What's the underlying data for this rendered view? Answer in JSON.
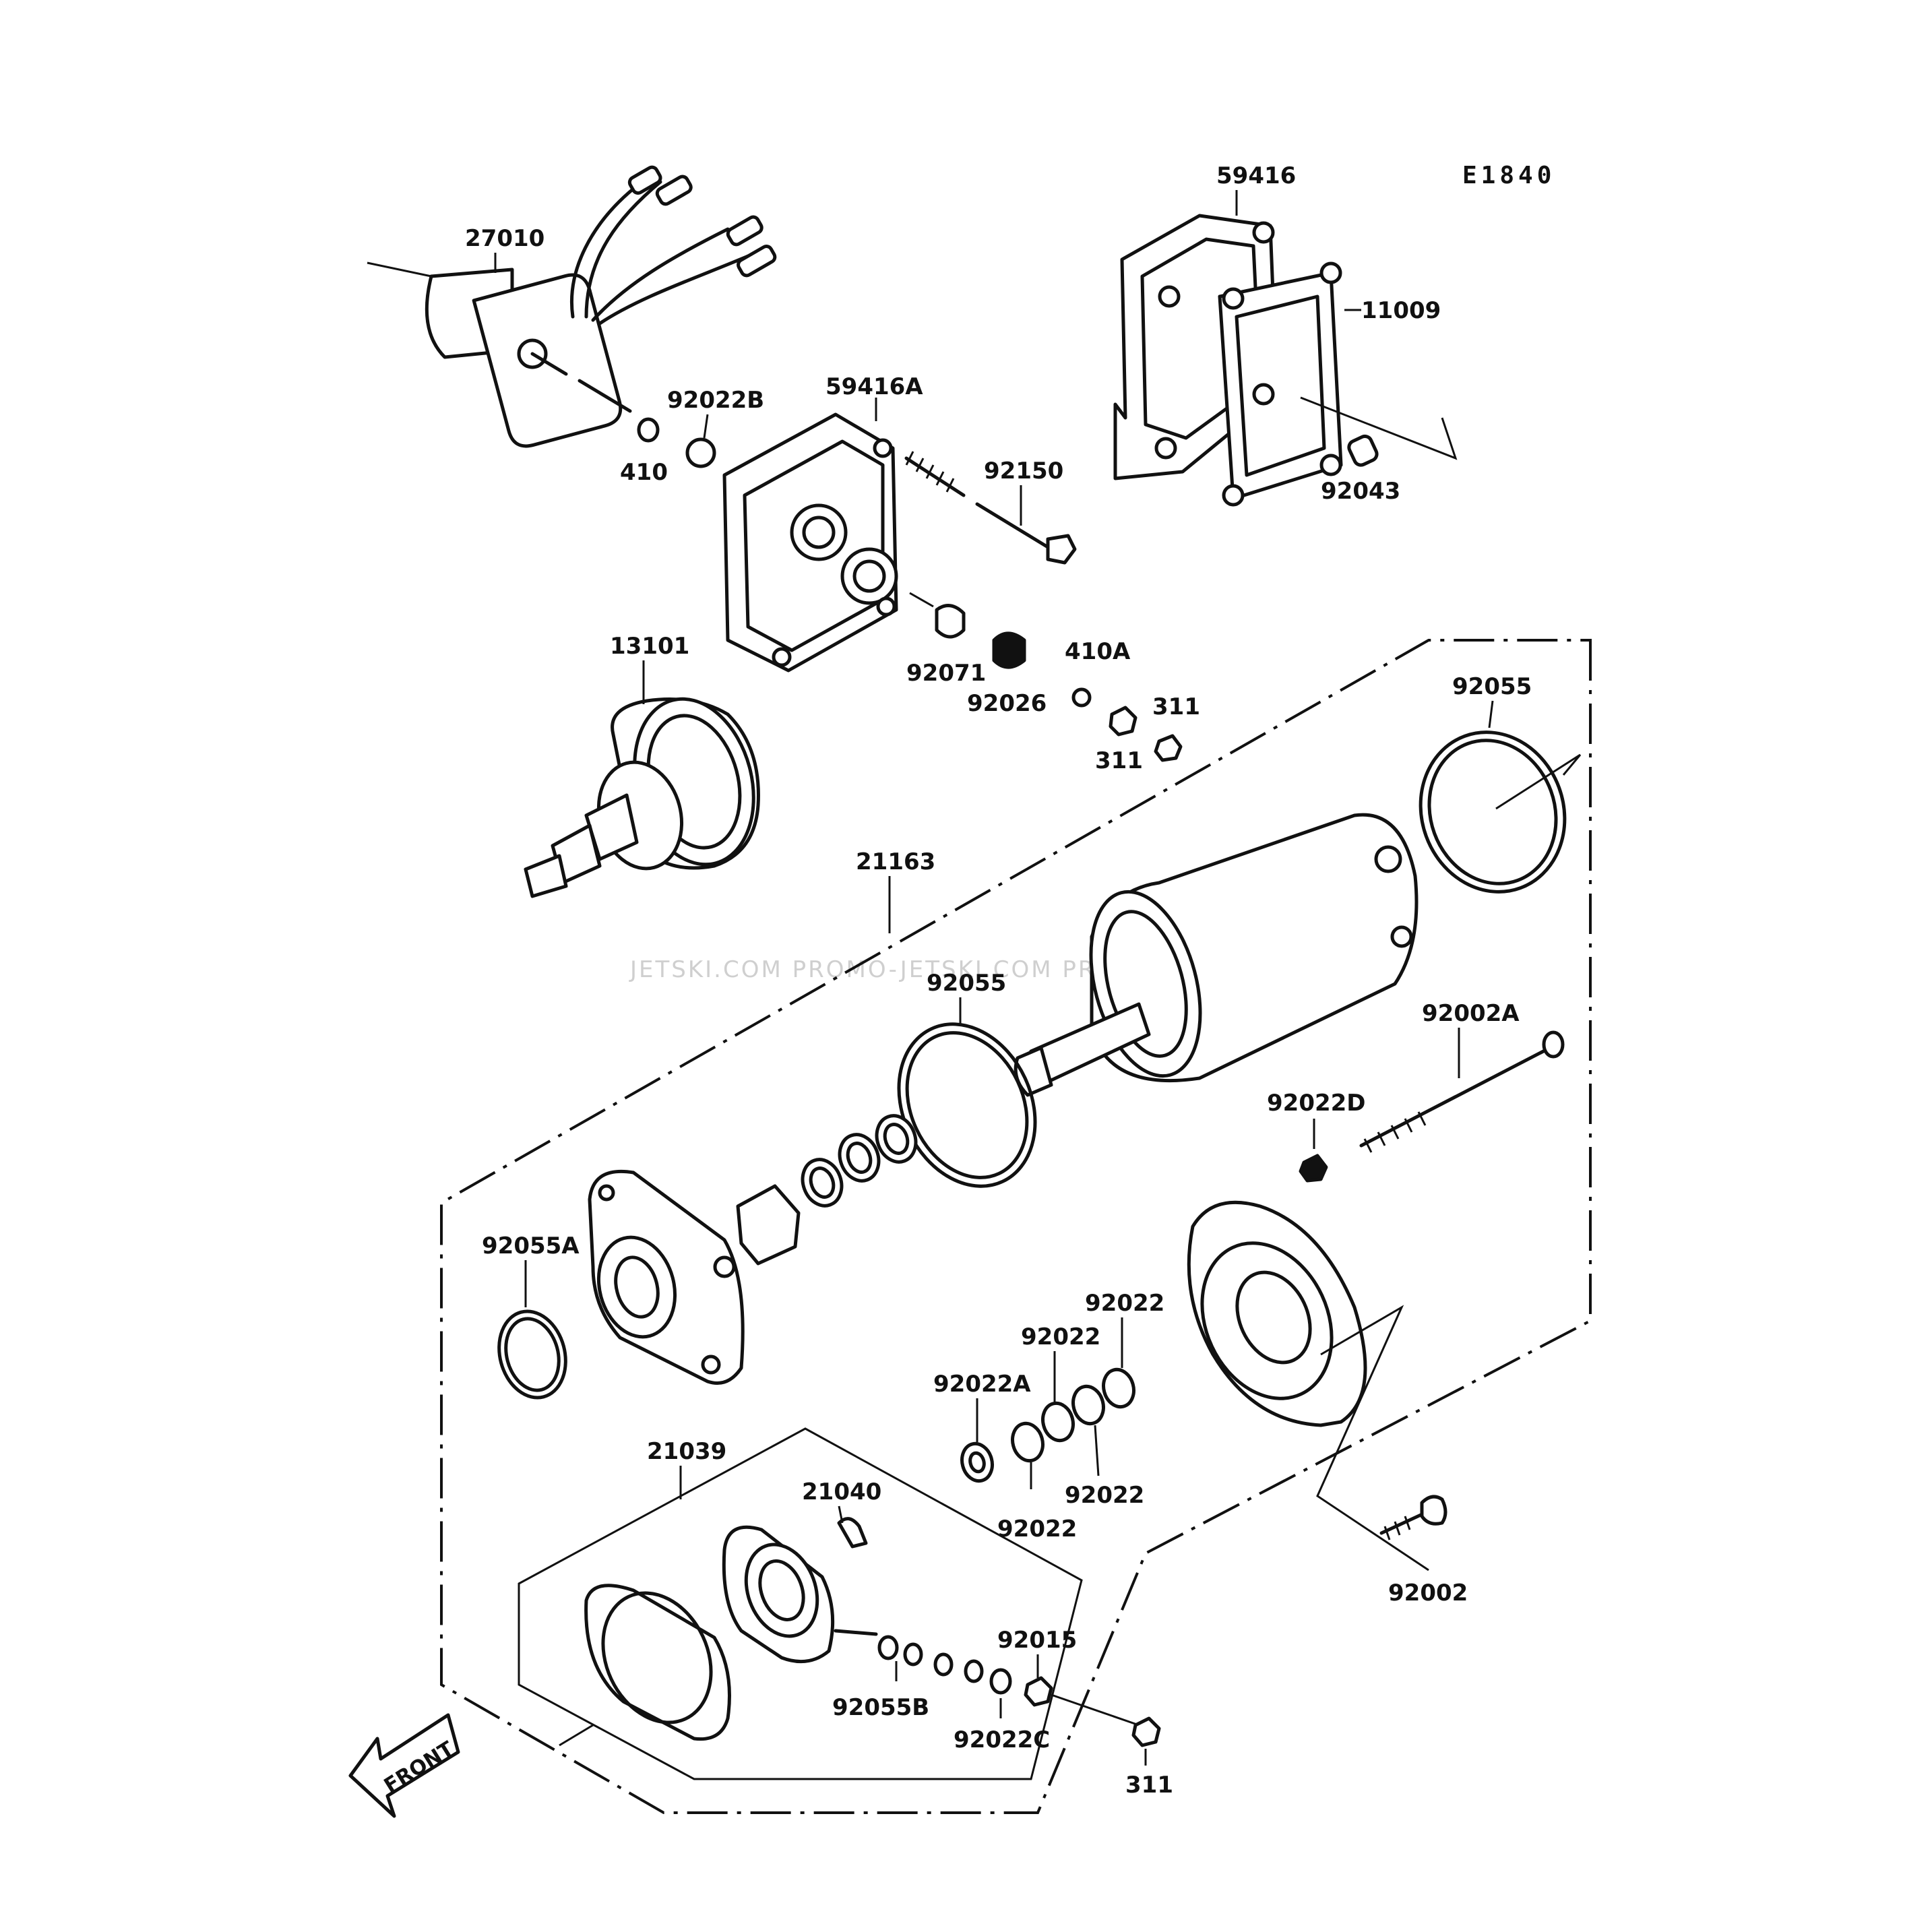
{
  "diagram_code": "E1840",
  "front_label": "FRONT",
  "watermark": "JETSKI.COM   PROMO-JETSKI.COM   PROMO-JETSKI.COM",
  "labels": {
    "l27010": "27010",
    "l410": "410",
    "l92022B": "92022B",
    "l59416A": "59416A",
    "l92150": "92150",
    "l59416": "59416",
    "l11009": "11009",
    "l92043": "92043",
    "l13101": "13101",
    "l92071": "92071",
    "l92026": "92026",
    "l410A": "410A",
    "l311a": "311",
    "l311b": "311",
    "l92055a": "92055",
    "l21163": "21163",
    "l92055b": "92055",
    "l92002A": "92002A",
    "l92022D": "92022D",
    "l92055A": "92055A",
    "l92022a": "92022",
    "l92022b": "92022",
    "l92022A": "92022A",
    "l92022c": "92022",
    "l92022d": "92022",
    "l21039": "21039",
    "l21040": "21040",
    "l92002": "92002",
    "l92015": "92015",
    "l92055B": "92055B",
    "l92022C": "92022C",
    "l311c": "311"
  }
}
